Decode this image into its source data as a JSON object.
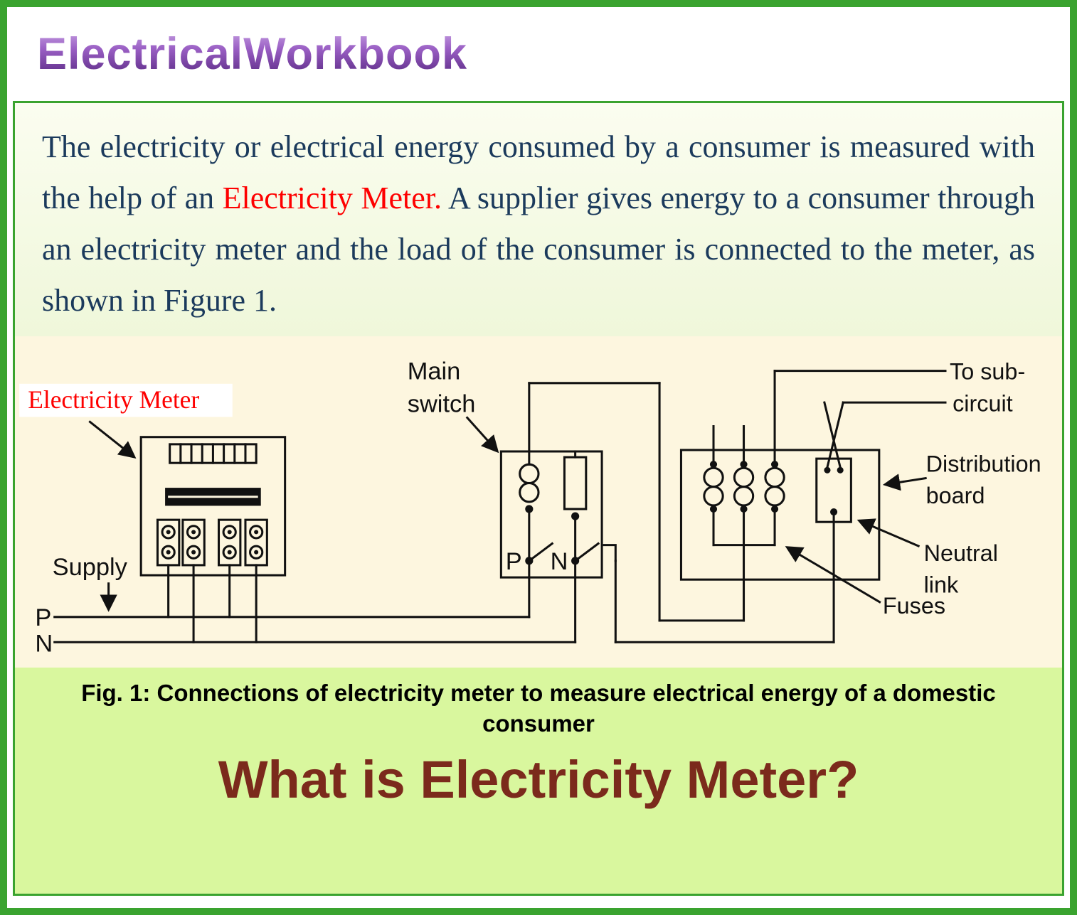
{
  "header": {
    "logo": "ElectricalWorkbook"
  },
  "intro": {
    "part1": "The electricity or electrical energy consumed by a consumer is measured with the help of an ",
    "highlight": "Electricity Meter.",
    "part2": " A supplier gives energy to a consumer through an electricity meter and the load of the consumer is connected to the meter, as shown in Figure 1."
  },
  "diagram": {
    "labels": {
      "electricity_meter": "Electricity Meter",
      "main1": "Main",
      "main2": "switch",
      "to_sub1": "To sub-",
      "to_sub2": "circuit",
      "dist1": "Distribution",
      "dist2": "board",
      "neutral1": "Neutral",
      "neutral2": "link",
      "fuses": "Fuses",
      "supply": "Supply",
      "p_line": "P",
      "n_line": "N",
      "switch_p": "P",
      "switch_n": "N"
    }
  },
  "figure": {
    "caption": "Fig. 1: Connections of electricity meter to measure electrical energy of a domestic consumer"
  },
  "title": {
    "text": "What is Electricity Meter?"
  },
  "colors": {
    "border_green": "#3aa32f",
    "logo_purple": "#6a2d9c",
    "text_navy": "#1b3a5c",
    "highlight_red": "#fe0000",
    "diagram_bg": "#fdf6df",
    "footer_bg": "#d9f79e",
    "title_maroon": "#7b2a1c"
  }
}
